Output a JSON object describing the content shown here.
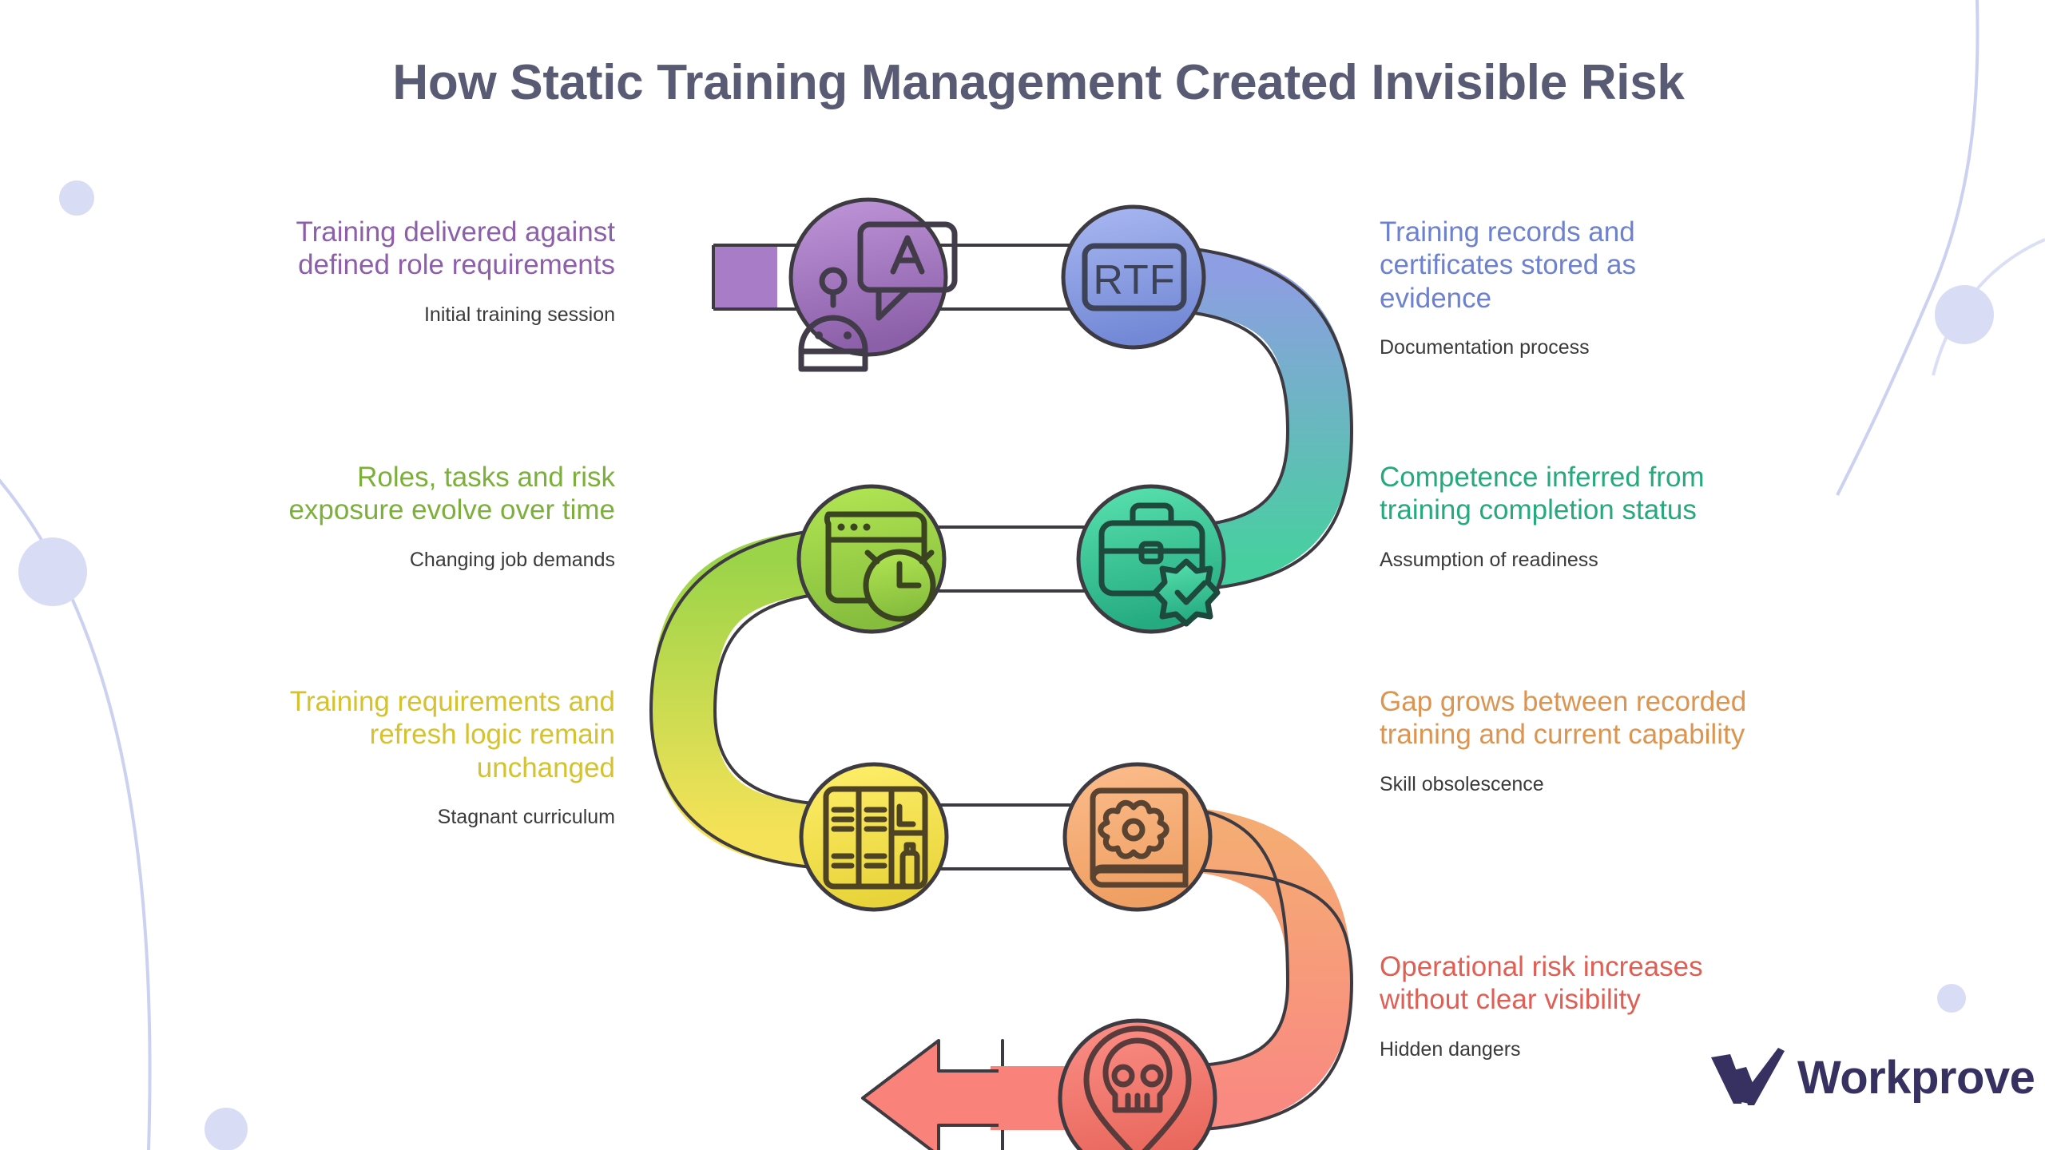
{
  "page": {
    "title": "How Static Training Management Created Invisible Risk",
    "background_color": "#ffffff",
    "title_color": "#595b75"
  },
  "brand": {
    "name": "Workprove",
    "logo_color": "#373162",
    "mark": "w-checkmark-logo"
  },
  "flow": {
    "direction": "serpentine-left-to-right-then-down",
    "end_arrow": "left-pointing-arrow",
    "steps": [
      {
        "index": 1,
        "side": "left",
        "heading": "Training delivered against defined role requirements",
        "subtext": "Initial training session",
        "color": "#8d5fab",
        "color_light": "#b68fcf",
        "icon": "robot-chat-icon",
        "icon_label": "A"
      },
      {
        "index": 2,
        "side": "right",
        "heading": "Training records and certificates stored as evidence",
        "subtext": "Documentation process",
        "color": "#6d81cf",
        "color_light": "#a2b1ed",
        "icon": "rtf-file-icon",
        "icon_label": "RTF"
      },
      {
        "index": 3,
        "side": "left",
        "heading": "Roles, tasks and risk exposure evolve over time",
        "subtext": "Changing job demands",
        "color": "#7cb03a",
        "color_light": "#a8dd4d",
        "icon": "browser-clock-icon",
        "icon_label": ""
      },
      {
        "index": 4,
        "side": "right",
        "heading": "Competence inferred from training completion status",
        "subtext": "Assumption of readiness",
        "color": "#27a97e",
        "color_light": "#4fdcaa",
        "icon": "briefcase-badge-icon",
        "icon_label": ""
      },
      {
        "index": 5,
        "side": "left",
        "heading": "Training requirements and refresh logic remain unchanged",
        "subtext": "Stagnant curriculum",
        "color": "#d4c32e",
        "color_light": "#ffe95c",
        "icon": "filing-cabinet-icon",
        "icon_label": ""
      },
      {
        "index": 6,
        "side": "right",
        "heading": "Gap grows between recorded training and current capability",
        "subtext": "Skill obsolescence",
        "color": "#dc9551",
        "color_light": "#f7b381",
        "icon": "book-gear-icon",
        "icon_label": ""
      },
      {
        "index": 7,
        "side": "right",
        "heading": "Operational risk increases without clear visibility",
        "subtext": "Hidden dangers",
        "color": "#e05f55",
        "color_light": "#fa8a81",
        "icon": "skull-pin-icon",
        "icon_label": ""
      }
    ]
  },
  "decor": {
    "dot_color": "#d9dcf5",
    "line_color": "#c3c9f0"
  }
}
